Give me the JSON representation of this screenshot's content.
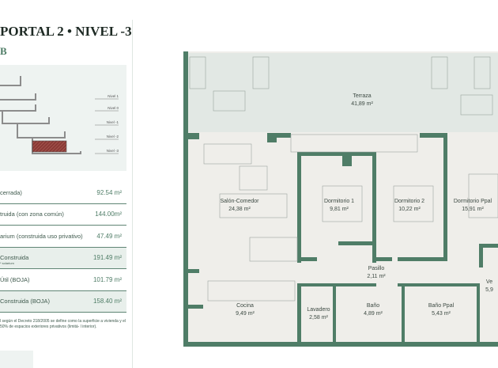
{
  "header": {
    "title": "PORTAL 2 • NIVEL -3",
    "subtitle": "B"
  },
  "levels": [
    "Nivel 1",
    "Nivel 0",
    "Nivel -1",
    "Nivel -2",
    "Nivel -3"
  ],
  "areas": [
    {
      "label": "cerrada)",
      "value": "92.54 m²"
    },
    {
      "label": "truida (con zona común)",
      "value": "144.00m²"
    },
    {
      "label": "arium (construida uso privativo)",
      "value": "47.49 m²"
    },
    {
      "label": "Construida",
      "sub": "* solarium",
      "value": "191.49 m²"
    },
    {
      "label": "Útil (BOJA)",
      "value": "101.79 m²"
    },
    {
      "label": "Construida (BOJA)",
      "value": "158.40 m²"
    }
  ],
  "note": "l según el Decreto 218/2005 se define como la superficie a vivienda y el 50% de espacios exteriores privativos (limitá- l interior).",
  "rooms": [
    {
      "name": "Terraza",
      "area": "41,89 m²"
    },
    {
      "name": "Salón-Comedor",
      "area": "24,38 m²"
    },
    {
      "name": "Dormitorio 1",
      "area": "9,81 m²"
    },
    {
      "name": "Dormitorio 2",
      "area": "10,22 m²"
    },
    {
      "name": "Dormitorio Ppal",
      "area": "15,91 m²"
    },
    {
      "name": "Pasillo",
      "area": "2,11 m²"
    },
    {
      "name": "Cocina",
      "area": "9,49 m²"
    },
    {
      "name": "Lavadero",
      "area": "2,58 m²"
    },
    {
      "name": "Baño",
      "area": "4,89 m²"
    },
    {
      "name": "Baño Ppal",
      "area": "5,43 m²"
    },
    {
      "name": "Ve",
      "area": "5,9"
    }
  ],
  "colors": {
    "wall": "#4f7d67",
    "floor": "#efeeea",
    "terrace": "#e2e8e4",
    "panel": "#eef3f1",
    "highlight": "#8a3a36"
  }
}
